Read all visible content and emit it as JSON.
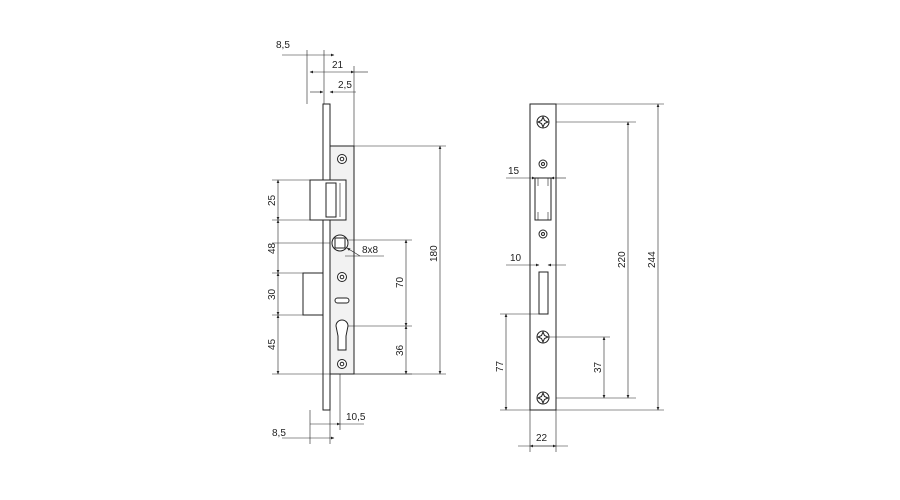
{
  "lock_body_view": {
    "dims": {
      "front_offset_top": "8,5",
      "width_total": "21",
      "faceplate_thickness": "2,5",
      "height_180": "180",
      "latch_height": "25",
      "latch_to_follower": "48",
      "deadbolt_height": "30",
      "deadbolt_to_cylinder": "45",
      "follower_size": "8x8",
      "follower_to_cylinder": "70",
      "cylinder_axis": "36",
      "front_offset_bottom": "8,5",
      "depth_10_5": "10,5"
    }
  },
  "strike_plate_view": {
    "dims": {
      "latch_slot_width": "15",
      "bolt_slot_width": "10",
      "hole_spacing_220": "220",
      "total_length_244": "244",
      "bolt_slot_offset_77": "77",
      "screw_offset_37": "37",
      "plate_width": "22"
    }
  }
}
